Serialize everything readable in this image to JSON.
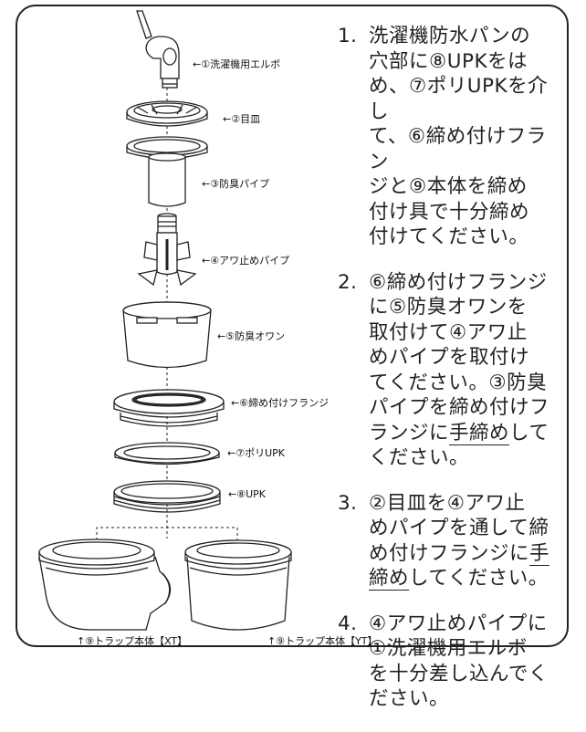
{
  "labels": {
    "elbow": "←①洗濯機用エルボ",
    "plate": "←②目皿",
    "pipe": "←③防臭パイプ",
    "foam_pipe": "←④アワ止めパイプ",
    "cup": "←⑤防臭オワン",
    "flange": "←⑥締め付けフランジ",
    "poly_upk": "←⑦ポリUPK",
    "upk": "←⑧UPK"
  },
  "captions": {
    "xt": "↑⑨トラップ本体【XT】",
    "yt": "↑⑨トラップ本体【YT】"
  },
  "steps": [
    {
      "num": "1.",
      "text": "洗濯機防水パンの\n穴部に⑧UPKをは\nめ、⑦ポリUPKを介し\nて、⑥締め付けフラン\nジと⑨本体を締め\n付け具で十分締め\n付けてください。"
    },
    {
      "num": "2.",
      "text": "⑥締め付けフランジ\nに⑤防臭オワンを\n取付けて④アワ止\nめパイプを取付け\nてください。③防臭\nパイプを締め付けフ\nランジに",
      "underline": "手締め",
      "tail": "して\nください。"
    },
    {
      "num": "3.",
      "text": "②目皿を④アワ止\nめパイプを通して締\nめ付けフランジに",
      "underline": "手\n締め",
      "tail": "してください。"
    },
    {
      "num": "4.",
      "text": "④アワ止めパイプに\n①洗濯機用エルボ\nを十分差し込んでく\nださい。"
    }
  ]
}
